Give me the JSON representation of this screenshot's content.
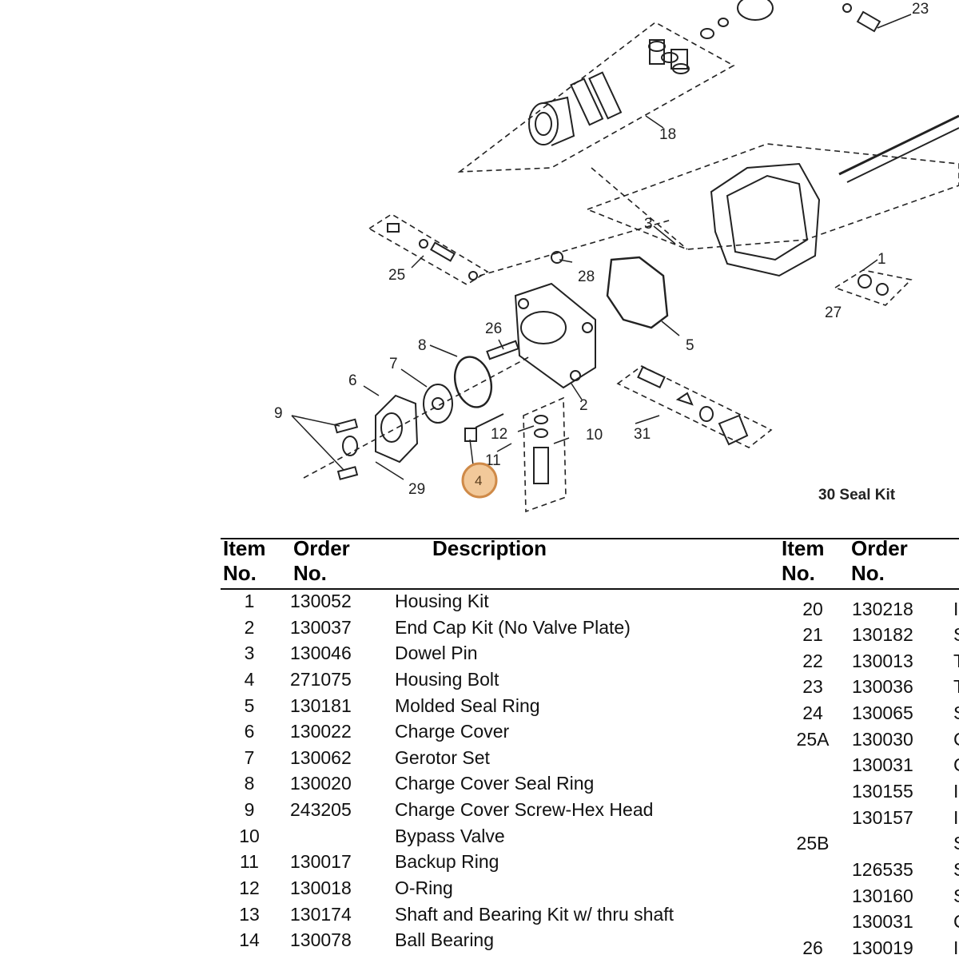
{
  "diagram": {
    "callouts": [
      "23",
      "18",
      "3",
      "25",
      "28",
      "1",
      "27",
      "26",
      "5",
      "8",
      "7",
      "6",
      "2",
      "9",
      "12",
      "10",
      "31",
      "11",
      "4",
      "29"
    ],
    "highlight": "4",
    "seal_kit": "30 Seal Kit"
  },
  "table": {
    "headers": {
      "item_line1": "Item",
      "item_line2": "No.",
      "order_line1": "Order",
      "order_line2": "No.",
      "desc": "Description"
    },
    "left_rows": [
      {
        "item": "1",
        "order": "130052",
        "desc": "Housing Kit"
      },
      {
        "item": "2",
        "order": "130037",
        "desc": "End Cap Kit (No Valve Plate)"
      },
      {
        "item": "3",
        "order": "130046",
        "desc": "Dowel Pin"
      },
      {
        "item": "4",
        "order": "271075",
        "desc": "Housing Bolt"
      },
      {
        "item": "5",
        "order": "130181",
        "desc": "Molded Seal Ring"
      },
      {
        "item": "6",
        "order": "130022",
        "desc": "Charge Cover"
      },
      {
        "item": "7",
        "order": "130062",
        "desc": "Gerotor Set"
      },
      {
        "item": "8",
        "order": "130020",
        "desc": "Charge Cover Seal Ring"
      },
      {
        "item": "9",
        "order": "243205",
        "desc": "Charge Cover Screw-Hex Head"
      },
      {
        "item": "10",
        "order": "",
        "desc": "Bypass Valve"
      },
      {
        "item": "11",
        "order": "130017",
        "desc": "Backup Ring"
      },
      {
        "item": "12",
        "order": "130018",
        "desc": "O-Ring"
      },
      {
        "item": "13",
        "order": "130174",
        "desc": "Shaft and Bearing Kit w/ thru shaft"
      },
      {
        "item": "14",
        "order": "130078",
        "desc": "Ball Bearing"
      }
    ],
    "right_rows": [
      {
        "item": "20",
        "order": "130218"
      },
      {
        "item": "21",
        "order": "130182"
      },
      {
        "item": "22",
        "order": "130013"
      },
      {
        "item": "23",
        "order": "130036"
      },
      {
        "item": "24",
        "order": "130065"
      },
      {
        "item": "25A",
        "order": "130030"
      },
      {
        "item": "",
        "order": "130031"
      },
      {
        "item": "",
        "order": "130155"
      },
      {
        "item": "",
        "order": "130157"
      },
      {
        "item": "25B",
        "order": ""
      },
      {
        "item": "",
        "order": "126535"
      },
      {
        "item": "",
        "order": "130160"
      },
      {
        "item": "",
        "order": "130031"
      },
      {
        "item": "26",
        "order": "130019"
      }
    ],
    "right_stub_letters": [
      "I",
      "S",
      "T",
      "T",
      "S",
      "C",
      "C",
      "I",
      "I",
      "S",
      "S",
      "S",
      "C",
      "I"
    ]
  }
}
